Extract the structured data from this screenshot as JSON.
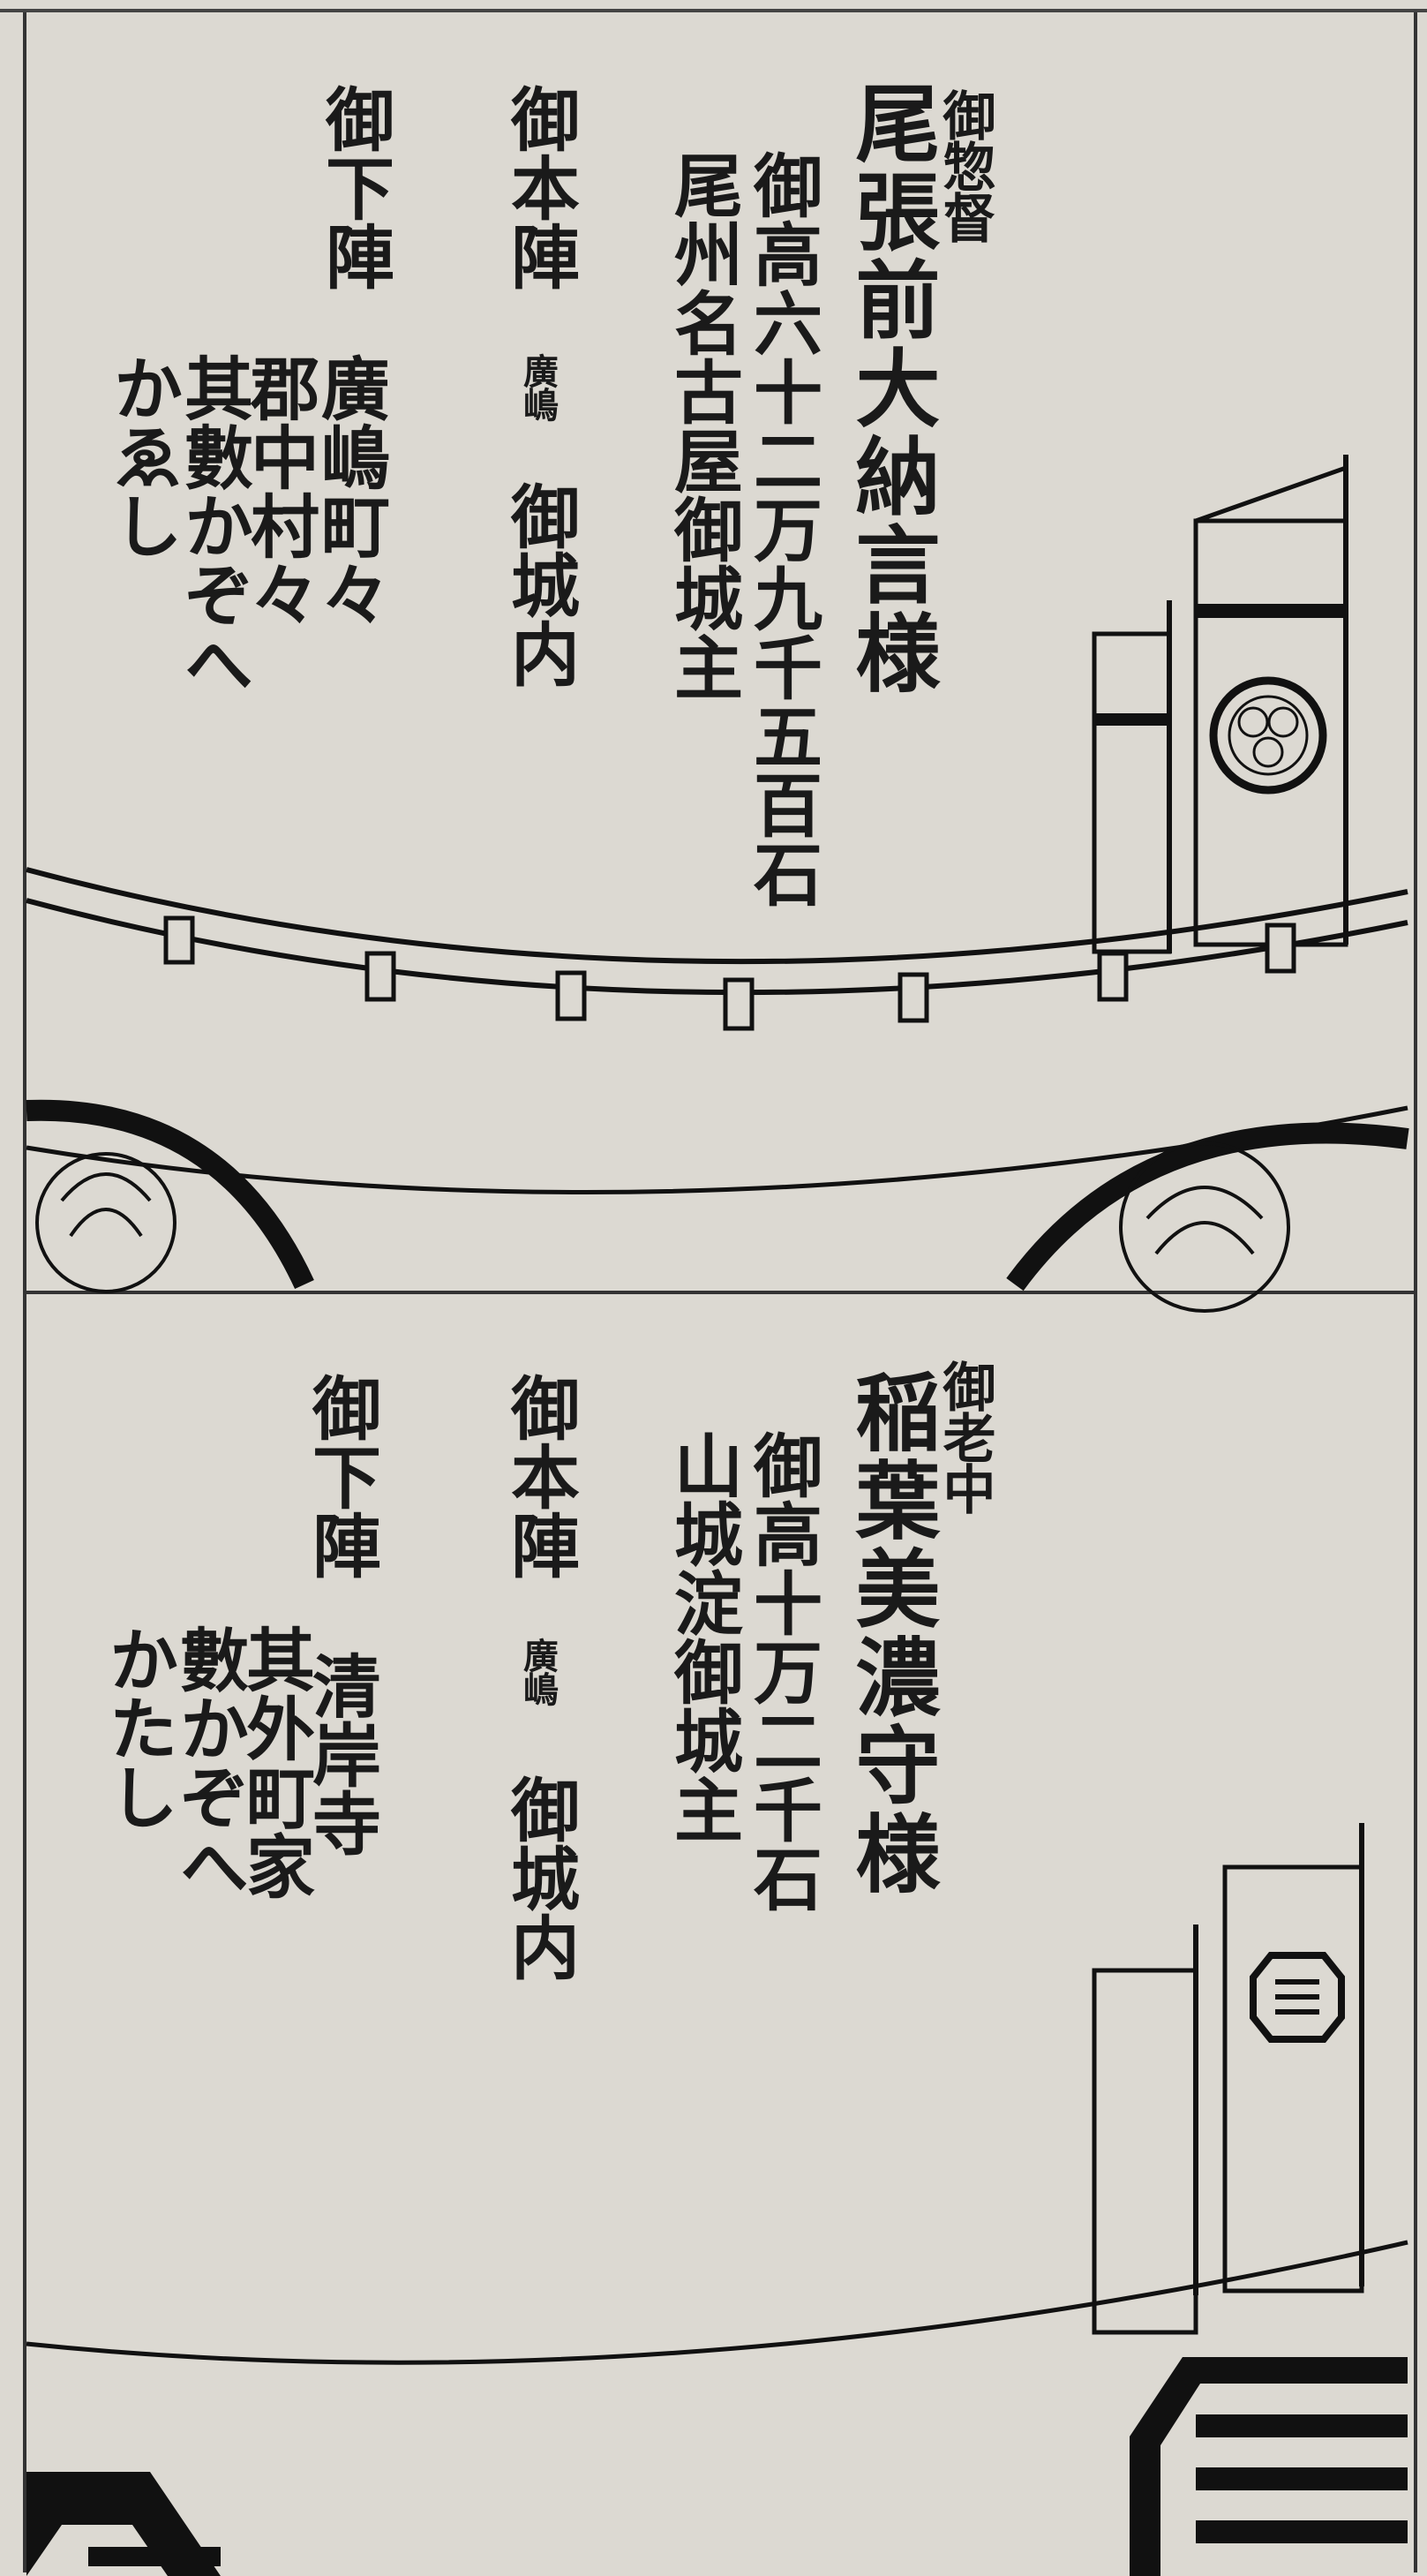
{
  "panels": [
    {
      "role": "御惣督",
      "name": "尾張前大納言様",
      "stipend": "御高六十二万九千五百石",
      "domain": "尾州名古屋御城主",
      "honjin_label": "御本陣",
      "honjin_place_small": "廣嶋",
      "honjin_place": "御城内",
      "gejin_label": "御下陣",
      "gejin_lines": [
        "廣嶋町々",
        "郡中村々",
        "其數かぞへ",
        "かゑし"
      ]
    },
    {
      "role": "御老中",
      "name": "稲葉美濃守様",
      "stipend": "御高十万二千石",
      "domain": "山城淀御城主",
      "honjin_label": "御本陣",
      "honjin_place_small": "廣嶋",
      "honjin_place": "御城内",
      "gejin_label": "御下陣",
      "gejin_lines": [
        "清岸寺",
        "其外町家",
        "數かぞへ",
        "かたし"
      ]
    }
  ],
  "icons": {
    "top_banner_crest": "tokugawa-aoi-crest-icon",
    "top_drum_crest": "aoi-crest-icon",
    "bottom_banner_crest": "inaba-sumikiri-crest-icon",
    "bottom_drum_crest": "sumikiri-crest-icon"
  }
}
